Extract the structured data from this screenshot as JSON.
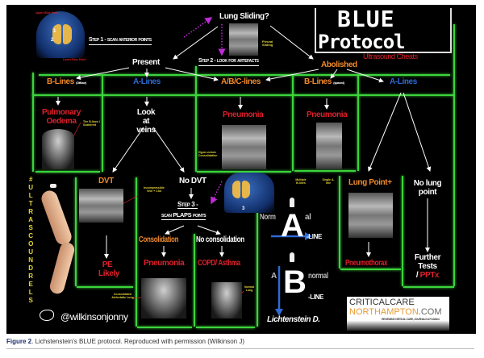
{
  "title": {
    "line1": "BLUE",
    "line2": "Protocol",
    "subtitle": "Ultrasound Cheats"
  },
  "step1": {
    "label": "Step 1 - scan anterior points",
    "upper_point": "Upper Blue Point",
    "lower_point": "Lower Blue Point",
    "probe1": "1",
    "probe2": "2"
  },
  "lung_sliding": {
    "question": "Lung Sliding?",
    "image_label": "Pleural Sliding"
  },
  "step2": {
    "label": "Step 2 - look for artefacts"
  },
  "present": {
    "label": "Present"
  },
  "abolished": {
    "label": "Abolished"
  },
  "columns": {
    "b_diffuse": {
      "label": "B-Lines",
      "qualifier": "(Diffuse)",
      "result": "Pulmonary Oedema",
      "image_label": "The B-lines / Scattered"
    },
    "a_present": {
      "label": "A-Lines",
      "next": "Look at veins"
    },
    "abc": {
      "label": "A/B/C-lines",
      "result": "Pneumonia",
      "image_label": "Hyper-echoic Consolidation"
    },
    "b_spaced": {
      "label": "B-Lines",
      "qualifier": "(spaced)",
      "result": "Pneumonia",
      "label_multiple": "Multiple B-lines",
      "label_single": "Single A-line"
    },
    "a_abolished": {
      "label": "A-Lines"
    }
  },
  "dvt": {
    "label": "DVT",
    "image_label": "Incompressible Vein + Clot",
    "result_line1": "PE",
    "result_line2": "Likely"
  },
  "no_dvt": {
    "label": "No DVT"
  },
  "step3": {
    "line1": "Step 3 -",
    "line2": "scan PLAPS points",
    "probe": "3"
  },
  "consolidation": {
    "label": "Consolidation",
    "result": "Pneumonia",
    "image_label": "Consolidated Atelectatic Lung"
  },
  "no_consolidation": {
    "label": "No consolidation",
    "result": "COPD/ Asthma",
    "image_label": "Normal Lung"
  },
  "lung_point": {
    "label": "Lung Point+",
    "result": "Pneumothorax"
  },
  "no_lung_point": {
    "label": "No lung point",
    "result_line1": "Further",
    "result_line2": "Tests",
    "result_line3_prefix": "/",
    "result_line3_red": "PPTx"
  },
  "legend": {
    "normal_prefix": "Norm",
    "normal_suffix": "al",
    "a_letter": "A",
    "a_line": "-LINE",
    "abnormal_prefix": "A",
    "b_letter": "B",
    "abnormal_suffix": "normal",
    "b_line": "-LINE",
    "author": "Lichtenstein D."
  },
  "hashtag": "#ULTRASCOUNDRELS",
  "twitter": "@wilkinsonjonny",
  "logo": {
    "line1": "CRITICALCARE",
    "line2a": "NORTHAMPTON",
    "line2b": ".COM",
    "tagline": "REVIEWING CRITICAL CARE, JOURNALS & FOAMed"
  },
  "caption": {
    "label": "Figure 2",
    "text": ". Lichstenstein's BLUE protocol. Reproduced with permission (Wilkinson J)"
  },
  "colors": {
    "grid": "#3cd43c",
    "orange": "#f08a2c",
    "blue": "#2e6bd6",
    "red": "#e0202a",
    "yellow": "#e8d83a"
  }
}
